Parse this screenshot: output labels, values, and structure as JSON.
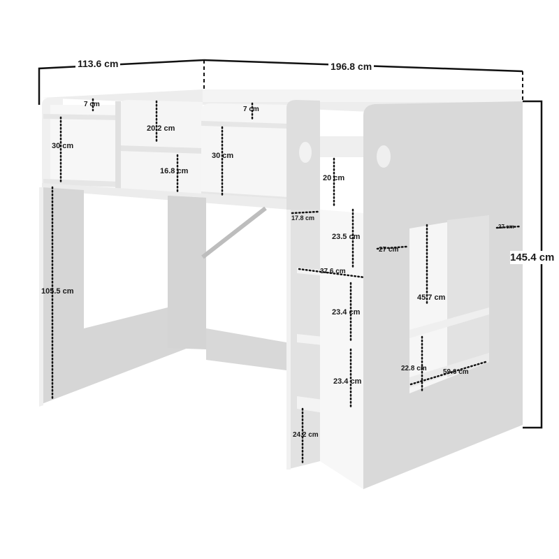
{
  "diagram": {
    "subject": "White loft bed with desk, shelving and ladder",
    "colors": {
      "background": "#ffffff",
      "panel_light": "#f2f2f2",
      "panel_side": "#d9d9d9",
      "panel_shade": "#c8c8c8",
      "dimension_line": "#111111",
      "label_text": "#1a1a1a"
    },
    "overall_dimensions": {
      "depth": "113.6 cm",
      "length": "196.8 cm",
      "height": "145.4 cm"
    },
    "shelf_unit_dimensions": {
      "left_top_lip": "7 cm",
      "left_compartment_height": "30 cm",
      "middle_upper_height": "20.2 cm",
      "middle_lower_height": "16.8 cm",
      "right_top_lip": "7 cm",
      "right_compartment_height": "30 cm",
      "guard_rail_gap": "20 cm"
    },
    "desk_dimensions": {
      "leg_height": "105.5 cm"
    },
    "ladder_dimensions": {
      "ladder_depth": "17.8 cm",
      "step_1_spacing": "23.5 cm",
      "step_width": "37.6 cm",
      "step_2_spacing": "23.4 cm",
      "step_3_spacing": "23.4 cm",
      "bottom_clearance": "24.2 cm"
    },
    "end_panel_dimensions": {
      "left_margin": "27 cm",
      "right_margin": "27 cm",
      "opening_height": "45.7 cm",
      "lower_shelf_height": "22.8 cm",
      "opening_width": "59.6 cm"
    }
  }
}
